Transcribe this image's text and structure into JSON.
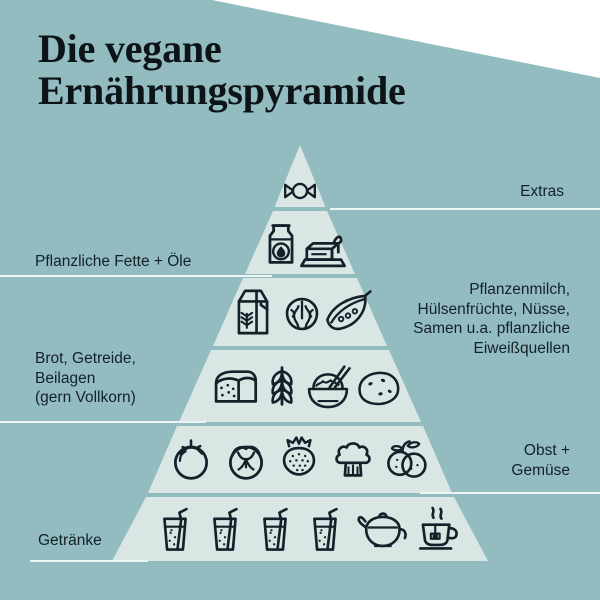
{
  "title": {
    "line1": "Die vegane",
    "line2": "Ernährungspyramide"
  },
  "colors": {
    "background": "#92bcc0",
    "tier_fill": "#d9e6e3",
    "ink": "#14202a",
    "rule": "#eef4f3",
    "corner": "#ffffff"
  },
  "chart_data": {
    "type": "pyramid",
    "title": "Die vegane Ernährungspyramide",
    "orientation": "apex-top",
    "levels": 6,
    "note": "Vegan food pyramid: bottom = largest recommended portion, apex = smallest",
    "tiers": [
      {
        "rank": 1,
        "position": "apex",
        "label": "Extras",
        "label_side": "right",
        "icons": [
          "candy-icon"
        ],
        "icon_names": [
          "wrapped candy"
        ]
      },
      {
        "rank": 2,
        "label": "Pflanzliche Fette + Öle",
        "label_side": "left",
        "icons": [
          "oil-bottle-icon",
          "margarine-dish-icon"
        ],
        "icon_names": [
          "oil bottle",
          "margarine with knife"
        ]
      },
      {
        "rank": 3,
        "label": "Pflanzenmilch,\nHülsenfrüchte, Nüsse,\nSamen u.a. pflanzliche\nEiweißquellen",
        "label_side": "right",
        "icons": [
          "plant-milk-carton-icon",
          "walnut-icon",
          "pea-pod-icon"
        ],
        "icon_names": [
          "plant milk carton",
          "walnut",
          "pea pod"
        ]
      },
      {
        "rank": 4,
        "label": "Brot, Getreide,\nBeilagen\n(gern Vollkorn)",
        "label_side": "left",
        "icons": [
          "bread-loaf-icon",
          "wheat-stalk-icon",
          "rice-bowl-icon",
          "potato-icon"
        ],
        "icon_names": [
          "bread loaf",
          "wheat stalk",
          "rice bowl with chopsticks",
          "potato"
        ]
      },
      {
        "rank": 5,
        "label": "Obst +\nGemüse",
        "label_side": "right",
        "icons": [
          "tomato-icon",
          "lettuce-icon",
          "strawberry-icon",
          "broccoli-icon",
          "oranges-icon"
        ],
        "icon_names": [
          "tomato",
          "lettuce head",
          "strawberry",
          "broccoli",
          "oranges"
        ]
      },
      {
        "rank": 6,
        "position": "base",
        "label": "Getränke",
        "label_side": "left",
        "icons": [
          "water-glass-icon",
          "water-glass-icon",
          "water-glass-icon",
          "water-glass-icon",
          "teapot-icon",
          "teacup-icon"
        ],
        "icon_names": [
          "glass of water with straw",
          "glass of water with straw",
          "glass of water with straw",
          "glass of water with straw",
          "teapot",
          "cup of tea"
        ]
      }
    ]
  }
}
